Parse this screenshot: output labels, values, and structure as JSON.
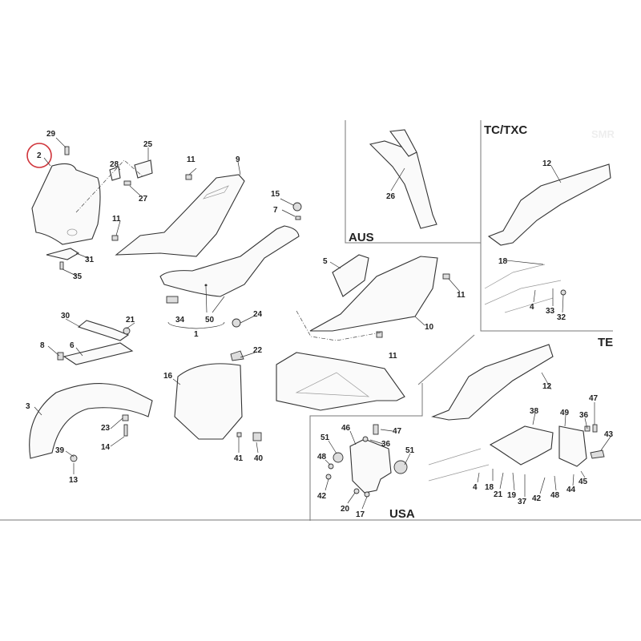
{
  "diagram": {
    "highlight_color": "#d0343a",
    "watermark": "SMR",
    "sections": {
      "aus": "AUS",
      "tc_txc": "TC/TXC",
      "te": "TE",
      "usa": "USA"
    },
    "labels": {
      "p29": "29",
      "p2": "2",
      "p25": "25",
      "p28": "28",
      "p27": "27",
      "p11a": "11",
      "p9": "9",
      "p11b": "11",
      "p15": "15",
      "p7": "7",
      "p31": "31",
      "p35": "35",
      "p5": "5",
      "p11c": "11",
      "p10": "10",
      "p34": "34",
      "p50": "50",
      "p1": "1",
      "p30": "30",
      "p21a": "21",
      "p24": "24",
      "p8": "8",
      "p6": "6",
      "p22": "22",
      "p16": "16",
      "p3": "3",
      "p23": "23",
      "p14": "14",
      "p39": "39",
      "p13": "13",
      "p41": "41",
      "p40": "40",
      "p11d": "11",
      "p26": "26",
      "p12a": "12",
      "p18a": "18",
      "p4a": "4",
      "p33": "33",
      "p32": "32",
      "p12b": "12",
      "p38": "38",
      "p49": "49",
      "p36a": "36",
      "p47a": "47",
      "p43": "43",
      "p4b": "4",
      "p18b": "18",
      "p21b": "21",
      "p19": "19",
      "p37": "37",
      "p42a": "42",
      "p48a": "48",
      "p44": "44",
      "p45": "45",
      "p46": "46",
      "p47b": "47",
      "p51a": "51",
      "p36b": "36",
      "p51b": "51",
      "p48b": "48",
      "p42b": "42",
      "p20": "20",
      "p17": "17"
    }
  }
}
